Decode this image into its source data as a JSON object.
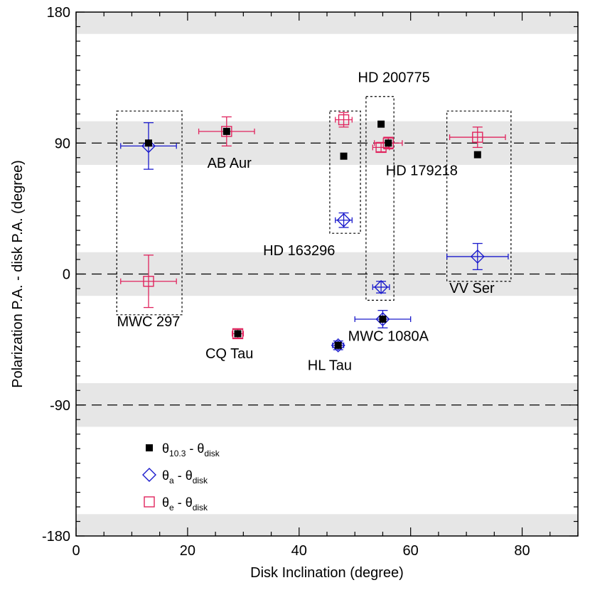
{
  "chart_data": {
    "type": "scatter",
    "xlabel": "Disk Inclination (degree)",
    "ylabel": "Polarization P.A. - disk P.A. (degree)",
    "xlim": [
      0,
      90
    ],
    "ylim": [
      -180,
      180
    ],
    "x_ticks": [
      0,
      20,
      40,
      60,
      80
    ],
    "y_ticks": [
      -180,
      -90,
      0,
      90,
      180
    ],
    "x_minor_step": 5,
    "y_minor_step": 10,
    "shaded_bands": [
      [
        -180,
        -165
      ],
      [
        -105,
        -75
      ],
      [
        -15,
        15
      ],
      [
        75,
        105
      ],
      [
        165,
        180
      ]
    ],
    "dashed_lines": [
      -90,
      0,
      90
    ],
    "colors": {
      "theta103": "#000000",
      "theta_a": "#1a1acc",
      "theta_e": "#e0245e",
      "band": "#e6e6e6"
    },
    "legend": {
      "placement": "bottom-left",
      "entries": [
        {
          "marker": "filled-square",
          "label": "θ",
          "sub": "10.3",
          "rest": " - θ",
          "sub2": "disk"
        },
        {
          "marker": "diamond",
          "label": "θ",
          "sub": "a",
          "rest": " - θ",
          "sub2": "disk"
        },
        {
          "marker": "open-square",
          "label": "θ",
          "sub": "e",
          "rest": " - θ",
          "sub2": "disk"
        }
      ]
    },
    "series": [
      {
        "key": "theta103",
        "marker": "filled-square",
        "points": [
          {
            "x": 13,
            "y": 90
          },
          {
            "x": 27,
            "y": 98
          },
          {
            "x": 29,
            "y": -41
          },
          {
            "x": 47,
            "y": -49
          },
          {
            "x": 48,
            "y": 81
          },
          {
            "x": 54.7,
            "y": 103
          },
          {
            "x": 55,
            "y": -31
          },
          {
            "x": 56,
            "y": 90
          },
          {
            "x": 72,
            "y": 82
          }
        ]
      },
      {
        "key": "theta_a",
        "marker": "diamond",
        "points": [
          {
            "x": 13,
            "y": 88,
            "xerr": 5,
            "yerr": 16
          },
          {
            "x": 47,
            "y": -49,
            "xerr": 1,
            "yerr": 3
          },
          {
            "x": 48,
            "y": 37,
            "xerr": 1.5,
            "yerr": 5
          },
          {
            "x": 54.7,
            "y": -9,
            "xerr": 1.5,
            "yerr": 4
          },
          {
            "x": 55,
            "y": -31,
            "xerr": 5,
            "yerr": 6
          },
          {
            "x": 72,
            "y": 12,
            "xerr": 5.5,
            "yerr": 9
          }
        ]
      },
      {
        "key": "theta_e",
        "marker": "open-square",
        "points": [
          {
            "x": 13,
            "y": -5,
            "xerr": 5,
            "yerr": 18
          },
          {
            "x": 27,
            "y": 98,
            "xerr": 5,
            "yerr": 10
          },
          {
            "x": 29,
            "y": -41,
            "xerr": 1,
            "yerr": 3
          },
          {
            "x": 48,
            "y": 106,
            "xerr": 1.5,
            "yerr": 5
          },
          {
            "x": 54.7,
            "y": 87,
            "xerr": 1.5,
            "yerr": 3
          },
          {
            "x": 56,
            "y": 90,
            "xerr": 2.5,
            "yerr": 4
          },
          {
            "x": 72,
            "y": 94,
            "xerr": 5,
            "yerr": 7
          }
        ]
      }
    ],
    "annotations": [
      {
        "text": "AB Aur",
        "x": 27.5,
        "y": 73
      },
      {
        "text": "HD 200775",
        "x": 57,
        "y": 132
      },
      {
        "text": "HD 179218",
        "x": 62,
        "y": 68
      },
      {
        "text": "HD 163296",
        "x": 40,
        "y": 13
      },
      {
        "text": "MWC 297",
        "x": 13,
        "y": -36
      },
      {
        "text": "VV Ser",
        "x": 71,
        "y": -13
      },
      {
        "text": "CQ Tau",
        "x": 27.5,
        "y": -58
      },
      {
        "text": "HL Tau",
        "x": 45.5,
        "y": -66
      },
      {
        "text": "MWC 1080A",
        "x": 56,
        "y": -46
      }
    ],
    "boxes": [
      {
        "x0": 7.3,
        "x1": 19,
        "y0": -28,
        "y1": 112
      },
      {
        "x0": 45.5,
        "x1": 51,
        "y0": 28,
        "y1": 112
      },
      {
        "x0": 52,
        "x1": 57,
        "y0": -18,
        "y1": 122
      },
      {
        "x0": 66.5,
        "x1": 78,
        "y0": -5,
        "y1": 112
      }
    ]
  }
}
